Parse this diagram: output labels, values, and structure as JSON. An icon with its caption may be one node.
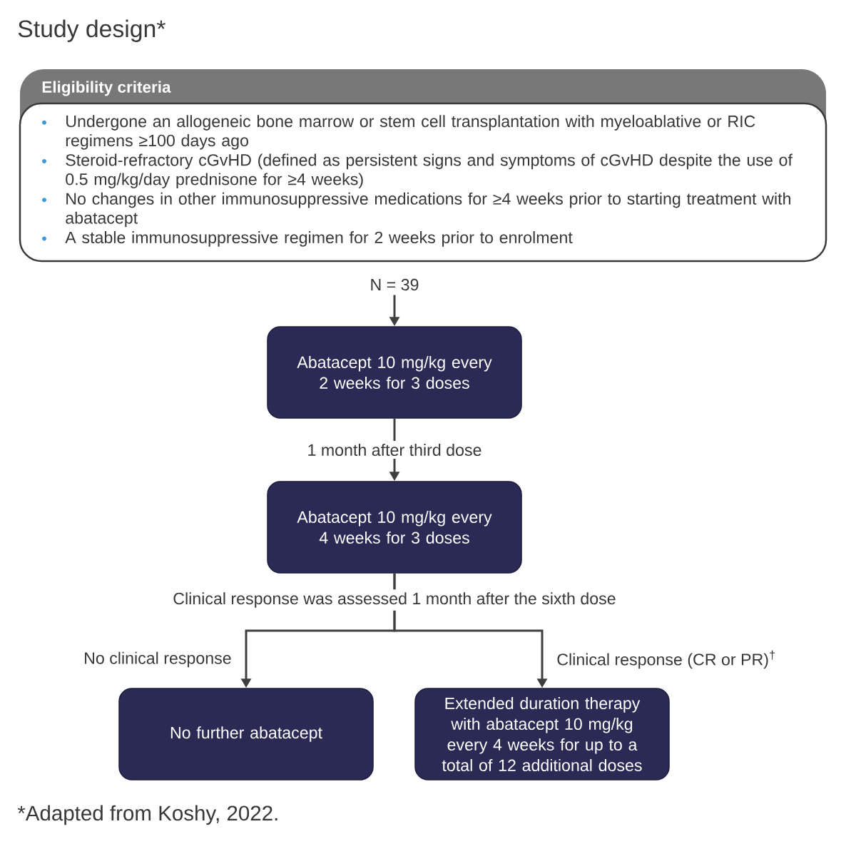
{
  "diagram": {
    "title": "Study design*",
    "caption": "*Adapted from Koshy, 2022.",
    "nodes": [
      {
        "text": [
          "Eligibility criteria",
          "Undergone an allogeneic bone marrow or stem cell transplantation with myeloablative or RIC regimens ≥100 days ago",
          "Steroid-refractory cGvHD (defined as persistent signs and symptoms of cGvHD despite the use of 0.5 mg/kg/day prednisone for ≥4 weeks)",
          "No changes in other immunosuppressive medications for ≥4 weeks prior to starting treatment with abatacept",
          "A stable immunosuppressive regimen for 2 weeks prior to enrolment"
        ]
      },
      {
        "text": [
          "N = 39"
        ]
      },
      {
        "text": [
          "Abatacept 10 mg/kg every 2 weeks for 3 doses"
        ]
      },
      {
        "text": [
          "Abatacept 10 mg/kg every 4 weeks for 3 doses"
        ]
      },
      {
        "text": [
          "No further abatacept"
        ]
      },
      {
        "text": [
          "Extended duration therapy with abatacept 10 mg/kg every 4 weeks for up to a total of 12 additional doses"
        ]
      }
    ],
    "edges": [
      {
        "from": 1,
        "to": 2,
        "arrow": "to"
      },
      {
        "from": 2,
        "to": 3,
        "arrow": "to",
        "label": "1 month after third dose"
      },
      {
        "from": 3,
        "to": 4,
        "arrow": "to",
        "label": "No clinical response"
      },
      {
        "from": 3,
        "to": 5,
        "arrow": "to",
        "label": "Clinical response (CR or PR)$^{†}$"
      }
    ],
    "labels": [
      "Clinical response was assessed 1 month after the sixth dose"
    ]
  }
}
